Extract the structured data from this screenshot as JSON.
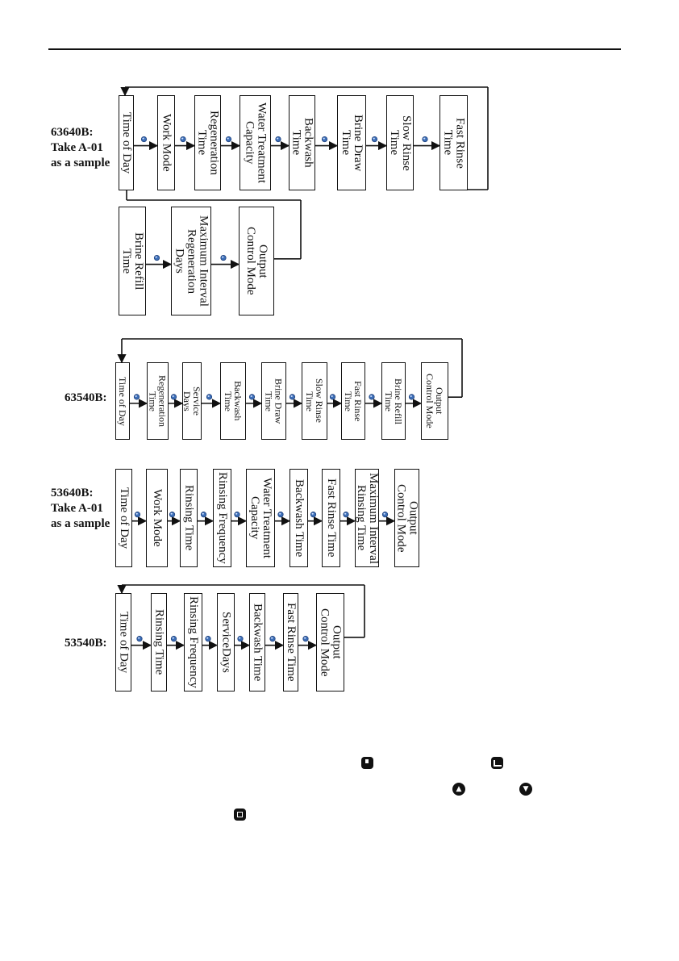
{
  "diagrams": [
    {
      "id": "63640b",
      "label": "63640B:\nTake A-01\nas a sample",
      "rows": [
        [
          "Time of Day",
          "Work Mode",
          "Regeneration\nTime",
          "Water Treatment\nCapacity",
          "Backwash\nTime",
          "Brine Draw\nTime",
          "Slow Rinse\nTime",
          "Fast Rinse\nTime"
        ],
        [
          "Brine Refill\nTime",
          "Maximum Interval\nRegeneration\nDays",
          "Output\nControl Mode"
        ]
      ]
    },
    {
      "id": "63540b",
      "label": "63540B:",
      "rows": [
        [
          "Time of Day",
          "Regeneration\nTime",
          "Service\nDays",
          "Backwash\nTime",
          "Brine Draw\nTime",
          "Slow Rinse\nTime",
          "Fast Rinse\nTime",
          "Brine Refill\nTime",
          "Output\nControl Mode"
        ]
      ]
    },
    {
      "id": "53640b",
      "label": "53640B:\nTake A-01\nas a sample",
      "rows": [
        [
          "Time of Day",
          "Work Mode",
          "Rinsing Time",
          "Rinsing Frequency",
          "Water Treatment\nCapacity",
          "Backwash Time",
          "Fast Rinse Time",
          "Maximum Interval\nRinsing Time",
          "Output\nControl Mode"
        ]
      ]
    },
    {
      "id": "53540b",
      "label": "53540B:",
      "rows": [
        [
          "Time of Day",
          "Rinsing Time",
          "Rinsing Frequency",
          "ServiceDays",
          "Backwash Time",
          "Fast Rinse Time",
          "Output\nControl Mode"
        ]
      ]
    }
  ],
  "icons": {
    "key_icon": "key-icon",
    "menu_button_icon": "menu-button-icon",
    "manual_button_icon": "manual-button-icon",
    "up_button_icon": "up-arrow-button-icon",
    "down_button_icon": "down-arrow-button-icon",
    "set_button_icon": "set-button-icon"
  },
  "colors": {
    "ink": "#111111",
    "key_blue": "#3d6fb8"
  }
}
